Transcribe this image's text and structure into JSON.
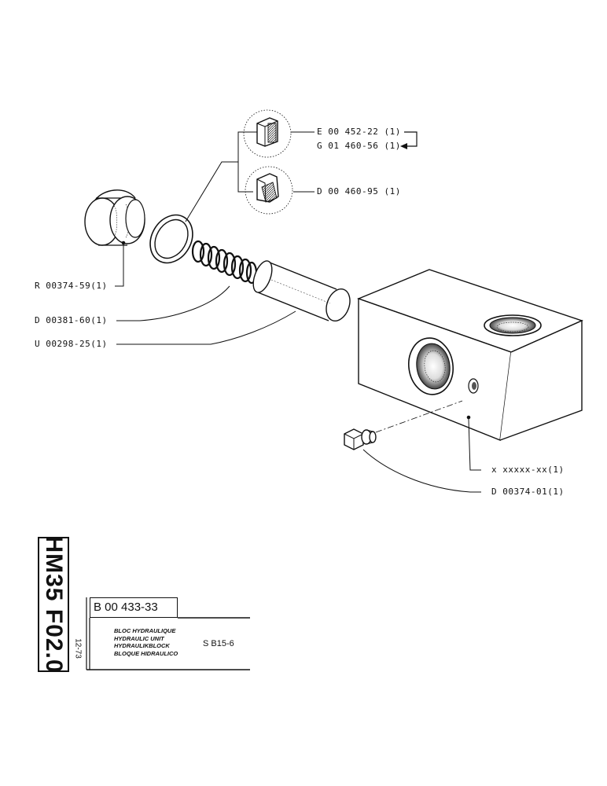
{
  "callouts": {
    "seal_a": "E 00 452-22 (1)",
    "seal_b": "G 01 460-56 (1)",
    "seal_c": "D 00 460-95 (1)",
    "plug": "R 00374-59(1)",
    "spring": "D 00381-60(1)",
    "piston": "U 00298-25(1)",
    "body": "x xxxxx-xx(1)",
    "screw": "D 00374-01(1)"
  },
  "title_block": {
    "model": "HM35 F02.0",
    "date_code": "12-73",
    "reference": "B 00 433-33",
    "description_lines": [
      "BLOC HYDRAULIQUE",
      "HYDRAULIC UNIT",
      "HYDRAULIKBLOCK",
      "BLOQUE HIDRAULICO"
    ],
    "section_ref": "S B15-6"
  },
  "colors": {
    "ink": "#111111",
    "paper": "#ffffff"
  }
}
